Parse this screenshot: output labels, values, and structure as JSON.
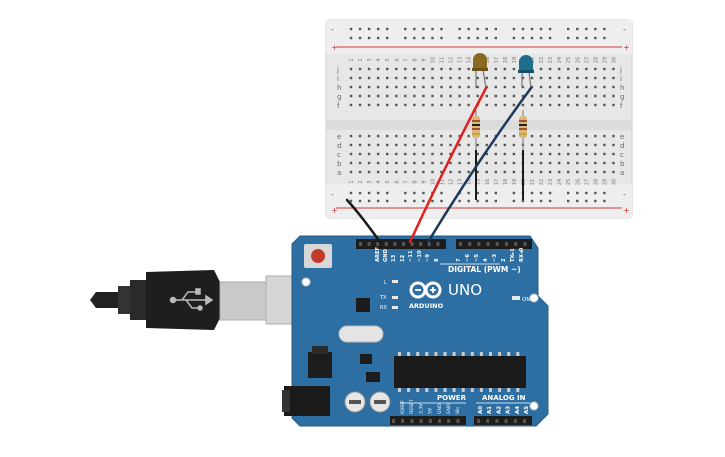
{
  "board": {
    "brand": "ARDUINO",
    "model": "UNO",
    "digital_label": "DIGITAL (PWM ~)",
    "analog_label": "ANALOG IN",
    "power_label": "POWER",
    "on_label": "ON",
    "l_label": "L",
    "tx_label": "TX",
    "rx_label": "RX",
    "digital_pins": [
      "AREF",
      "GND",
      "13",
      "12",
      "~11",
      "~10",
      "~9",
      "8",
      "7",
      "~6",
      "~5",
      "4",
      "~3",
      "2",
      "TX▸1",
      "RX◂0"
    ],
    "power_pins": [
      "IOREF",
      "RESET",
      "3.3V",
      "5V",
      "GND",
      "GND",
      "Vin"
    ],
    "analog_pins": [
      "A0",
      "A1",
      "A2",
      "A3",
      "A4",
      "A5"
    ]
  },
  "breadboard": {
    "row_letters_top": [
      "j",
      "i",
      "h",
      "g",
      "f"
    ],
    "row_letters_bottom": [
      "e",
      "d",
      "c",
      "b",
      "a"
    ],
    "col_numbers": [
      "1",
      "2",
      "3",
      "4",
      "5",
      "6",
      "7",
      "8",
      "9",
      "10",
      "11",
      "12",
      "13",
      "14",
      "15",
      "16",
      "17",
      "18",
      "19",
      "20",
      "21",
      "22",
      "23",
      "24",
      "25",
      "26",
      "27",
      "28",
      "29",
      "30"
    ],
    "rail_plus": "+",
    "rail_minus": "-"
  },
  "components": {
    "led1_color": "#8a6a1e",
    "led2_color": "#1e6d8a",
    "wire_red": "#e0201e",
    "wire_black": "#1a1a1a",
    "wire_blue": "#1c3a5a"
  },
  "colors": {
    "board_blue": "#2e6fa3",
    "breadboard": "#e8e8e8"
  }
}
